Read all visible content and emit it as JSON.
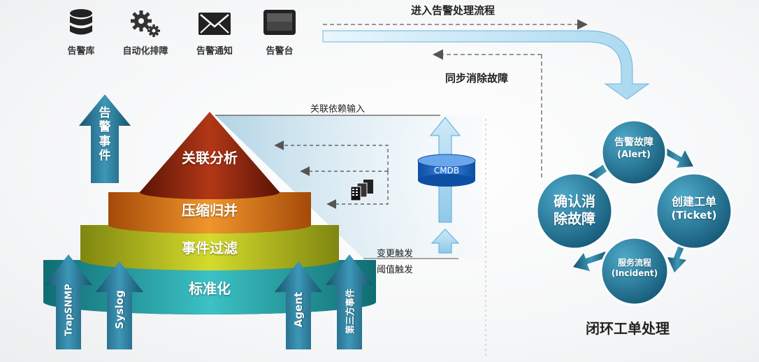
{
  "toolbar": {
    "items": [
      {
        "label": "告警库",
        "icon": "database-icon"
      },
      {
        "label": "自动化排障",
        "icon": "gears-icon"
      },
      {
        "label": "告警通知",
        "icon": "envelope-icon"
      },
      {
        "label": "告警台",
        "icon": "monitor-icon"
      }
    ]
  },
  "flow": {
    "enter_label": "进入告警处理流程",
    "sync_label": "同步消除故障"
  },
  "pyramid": {
    "dependency_input": "关联依赖输入",
    "layers": [
      "关联分析",
      "压缩归并",
      "事件过滤",
      "标准化"
    ],
    "change_trigger": "变更触发",
    "threshold_trigger": "阈值触发",
    "cmdb_label": "CMDB"
  },
  "sources": {
    "alarm_event": "告警事件",
    "trap": "TrapSNMP",
    "syslog": "Syslog",
    "agent": "Agent",
    "third_party": "第三方事件"
  },
  "closed_loop": {
    "alert": {
      "line1": "告警故障",
      "line2": "(Alert)"
    },
    "ticket": {
      "line1": "创建工单",
      "line2": "(Ticket)"
    },
    "incident": {
      "line1": "服务流程",
      "line2": "(Incident)"
    },
    "confirm": {
      "line1": "确认消",
      "line2": "除故障"
    },
    "title": "闭环工单处理"
  },
  "colors": {
    "teal_dark": "#1d5f7a",
    "teal": "#2f8db0",
    "layer_red": "#9a2a10",
    "layer_orange": "#e07b1a",
    "layer_yellow": "#b9c11f",
    "layer_teal": "#2aa3a8",
    "arrow_light_blue": "#bfe3f5"
  }
}
